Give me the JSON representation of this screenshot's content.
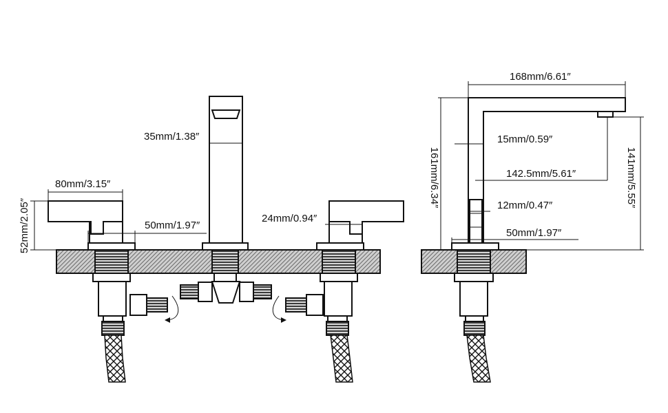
{
  "dimensions": {
    "front": {
      "spout_width": "35mm/1.38″",
      "handle_length": "80mm/3.15″",
      "handle_height": "52mm/2.05″",
      "left_base": "50mm/1.97″",
      "handle_width": "24mm/0.94″"
    },
    "side": {
      "spout_reach": "168mm/6.61″",
      "overall_height": "161mm/6.34″",
      "spout_thickness": "15mm/0.59″",
      "aerator_height": "141mm/5.55″",
      "outlet_reach": "142.5mm/5.61″",
      "riser_width": "12mm/0.47″",
      "base_width": "50mm/1.97″"
    }
  }
}
